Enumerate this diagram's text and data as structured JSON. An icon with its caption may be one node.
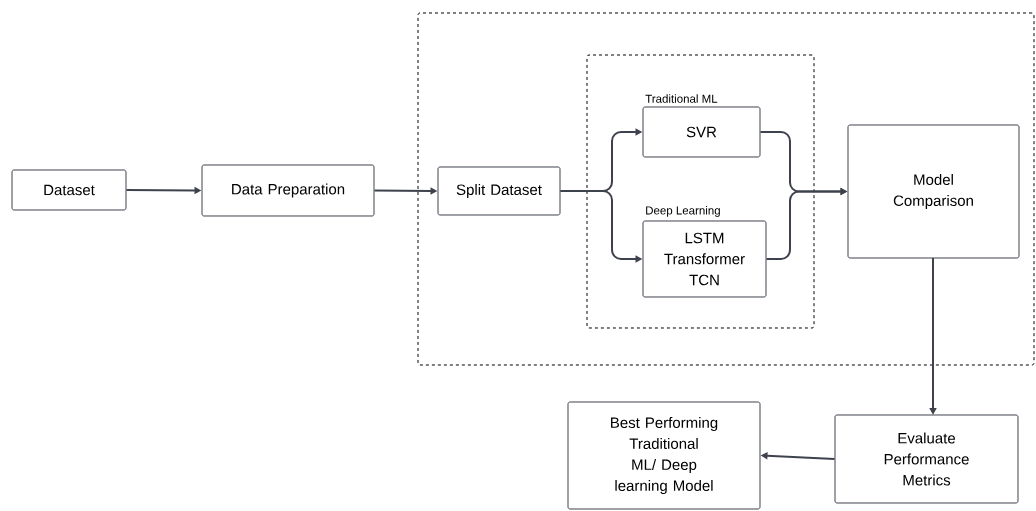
{
  "diagram": {
    "nodes": [
      {
        "text": [],
        "shape": "box"
      },
      {
        "text": [],
        "shape": "box",
        "in": 0
      },
      {
        "text": [
          "Dataset"
        ]
      },
      {
        "text": [
          "Data Preparation"
        ]
      },
      {
        "text": [
          "Split Dataset"
        ],
        "in": 0
      },
      {
        "text": [
          "Traditional ML",
          "SVR"
        ],
        "in": 1
      },
      {
        "text": [
          "Deep Learning",
          "LSTM Transformer TCN"
        ],
        "in": 1
      },
      {
        "text": [
          "Model Comparison"
        ],
        "in": 0
      },
      {
        "text": [
          "Evaluate Performance Metrics"
        ]
      },
      {
        "text": [
          "Best Performing Traditional ML/ Deep learning Model"
        ]
      }
    ],
    "edges": [
      {
        "from": 2,
        "to": 3,
        "arrow": "to"
      },
      {
        "from": 3,
        "to": 4,
        "arrow": "to"
      },
      {
        "from": 4,
        "to": 5,
        "arrow": "to"
      },
      {
        "from": 4,
        "to": 6,
        "arrow": "to"
      },
      {
        "from": 5,
        "to": 7,
        "arrow": "to"
      },
      {
        "from": 6,
        "to": 7,
        "arrow": "to"
      },
      {
        "from": 7,
        "to": 8,
        "arrow": "to"
      },
      {
        "from": 8,
        "to": 9,
        "arrow": "to"
      }
    ]
  }
}
